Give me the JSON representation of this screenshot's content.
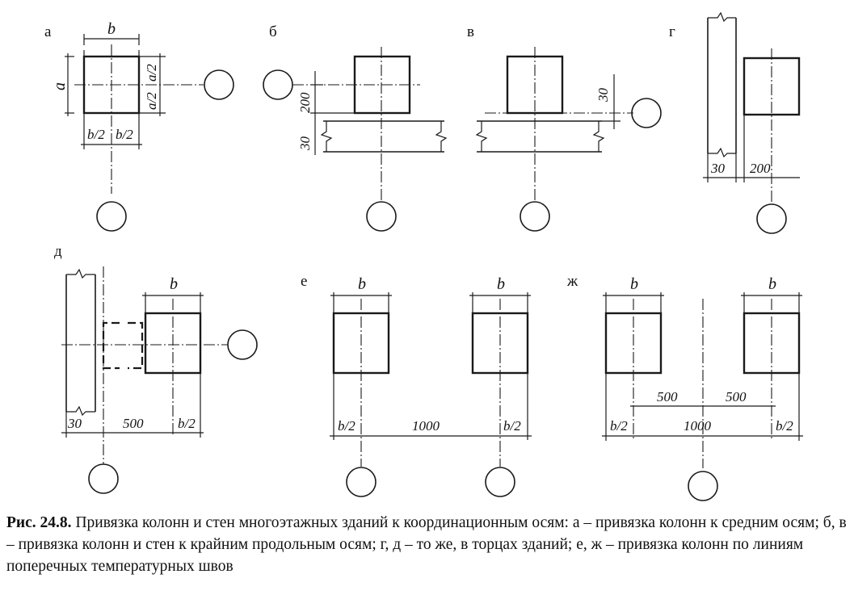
{
  "panels": {
    "a": "а",
    "b": "б",
    "v": "в",
    "g": "г",
    "d": "д",
    "e": "е",
    "zh": "ж"
  },
  "dims": {
    "b": "b",
    "a": "a",
    "a_half": "a/2",
    "b_half": "b/2",
    "d200": "200",
    "d30": "30",
    "d500": "500",
    "d1000": "1000"
  },
  "caption": {
    "label": "Рис. 24.8.",
    "text": " Привязка колонн и стен многоэтажных зданий к координационным осям: а – привязка колонн к средним осям; б, в – привязка колонн и стен к крайним продольным осям; г, д – то же, в торцах зданий; е, ж – привязка колонн по линиям поперечных температурных швов"
  }
}
